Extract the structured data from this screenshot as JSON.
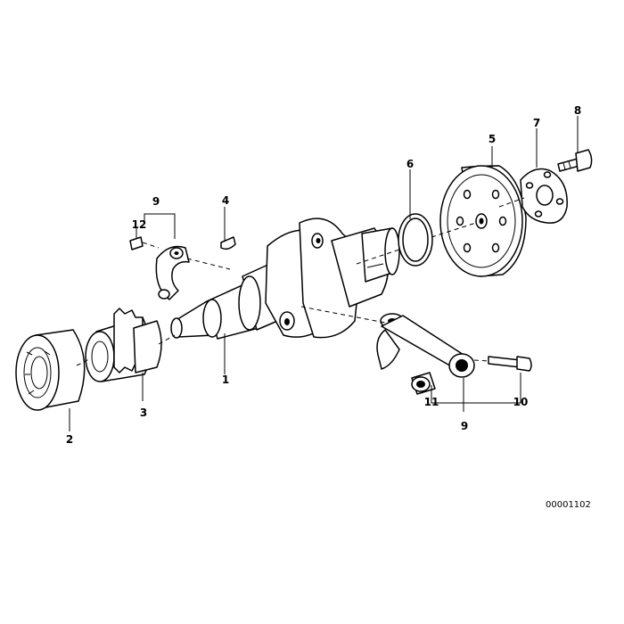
{
  "diagram": {
    "document_number": "00001102",
    "callouts": [
      "1",
      "2",
      "3",
      "4",
      "5",
      "6",
      "7",
      "8",
      "9",
      "9",
      "10",
      "11",
      "12"
    ]
  }
}
